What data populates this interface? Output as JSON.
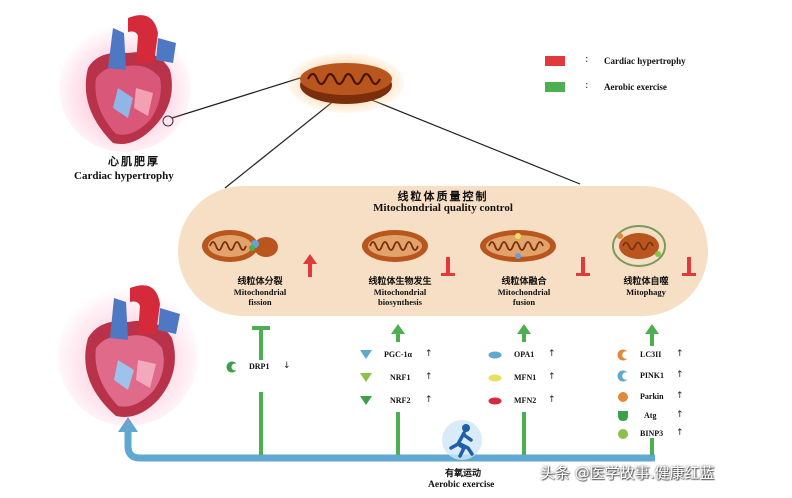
{
  "legend": {
    "items": [
      {
        "label": "Cardiac hypertrophy",
        "color": "#e03a3a"
      },
      {
        "label": "Aerobic exercise",
        "color": "#4caf50"
      }
    ],
    "separator": ":"
  },
  "heart_top": {
    "label_zh": "心肌肥厚",
    "label_en": "Cardiac hypertrophy"
  },
  "quality_control": {
    "title_zh": "线粒体质量控制",
    "title_en": "Mitochondrial quality control"
  },
  "processes": [
    {
      "zh": "线粒体分裂",
      "en1": "Mitochondrial",
      "en2": "fission",
      "effect": "up"
    },
    {
      "zh": "线粒体生物发生",
      "en1": "Mitochondrial",
      "en2": "biosynthesis",
      "effect": "inhibit"
    },
    {
      "zh": "线粒体融合",
      "en1": "Mitochondrial",
      "en2": "fusion",
      "effect": "inhibit"
    },
    {
      "zh": "线粒体自噬",
      "en1": "Mitophagy",
      "en2": "",
      "effect": "inhibit"
    }
  ],
  "markers": {
    "fission": [
      {
        "name": "DRP1",
        "arrow": "↓",
        "icon": "crescent-icon"
      }
    ],
    "biosynthesis": [
      {
        "name": "PGC-1α",
        "arrow": "↑",
        "icon": "triangle-icon"
      },
      {
        "name": "NRF1",
        "arrow": "↑",
        "icon": "triangle-icon"
      },
      {
        "name": "NRF2",
        "arrow": "↑",
        "icon": "triangle-icon"
      }
    ],
    "fusion": [
      {
        "name": "OPA1",
        "arrow": "↑",
        "icon": "oval-icon"
      },
      {
        "name": "MFN1",
        "arrow": "↑",
        "icon": "oval-icon"
      },
      {
        "name": "MFN2",
        "arrow": "↑",
        "icon": "oval-icon"
      }
    ],
    "mitophagy": [
      {
        "name": "LC3II",
        "arrow": "↑",
        "icon": "crescent-icon"
      },
      {
        "name": "PINK1",
        "arrow": "↑",
        "icon": "crescent-icon"
      },
      {
        "name": "Parkin",
        "arrow": "↑",
        "icon": "circle-icon"
      },
      {
        "name": "Atg",
        "arrow": "↑",
        "icon": "shield-icon"
      },
      {
        "name": "BINP3",
        "arrow": "↑",
        "icon": "circle-icon"
      }
    ]
  },
  "exercise": {
    "label_zh": "有氧运动",
    "label_en": "Aerobic exercise"
  },
  "watermark": "头条 @医学故事.健康红蓝",
  "colors": {
    "red": "#e03a3a",
    "green": "#4caf50",
    "blue": "#5fa8cf",
    "panel": "#f7dfc6"
  }
}
